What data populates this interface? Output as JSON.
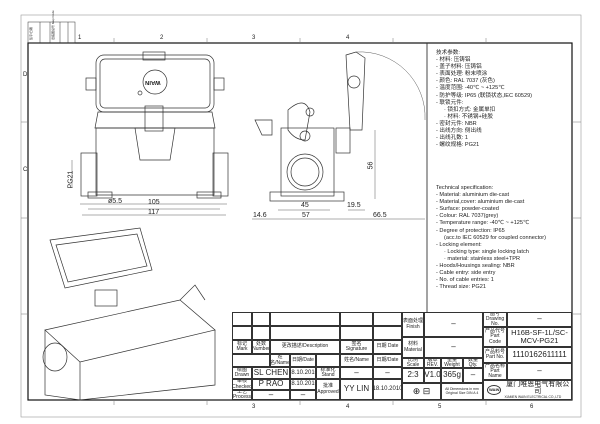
{
  "frame": {
    "columns": [
      "1",
      "2",
      "3",
      "4",
      "5",
      "6"
    ],
    "rows": [
      "D",
      "C"
    ],
    "corner_labels": [
      "签字/日期",
      "旧底图总号 Map Code"
    ]
  },
  "logo_text": "WAIN",
  "dimensions": {
    "pg": "PG21",
    "hole": "ø5.5",
    "w105": "105",
    "w117": "117",
    "d45": "45",
    "d19_5": "19.5",
    "d14_6": "14.6",
    "d57": "57",
    "d66_5": "66.5",
    "h56": "56"
  },
  "spec_cn": {
    "title": "技术参数:",
    "items": [
      "- 材料: 压铸铝",
      "- 盖子材料: 压铸铝",
      "- 表面处理: 粉末喷涂",
      "- 颜色: RAL 7037 (灰色)",
      "- 温度范围: -40℃ ~ +125℃",
      "- 防护等级: IP65 (联锁状态,IEC 60529)",
      "- 联锁元件:",
      "   · 锁扣方式: 金属单扣",
      "   · 材料: 不锈钢+硅胶",
      "- 密封元件: NBR",
      "- 出线方向: 侧出线",
      "- 出线孔数: 1",
      "- 螺纹规格: PG21"
    ]
  },
  "spec_en": {
    "title": "Technical specification:",
    "items": [
      "- Material: aluminium die-cast",
      "- Material,cover: aluminium die-cast",
      "- Surface: powder-coated",
      "- Colour: RAL 7037(grey)",
      "- Temperature range: -40℃ ~ +125℃",
      "- Degree of protection: IP65",
      "  (acc.to IEC 60529 for coupled connector)",
      "- Locking element:",
      "    · Locking type: single locking latch",
      "    · material: stainless steel+TPR",
      "- Hoods/Housings sealing: NBR",
      "- Cable entry: side entry",
      "- No. of cable entries: 1",
      "- Thread size: PG21"
    ]
  },
  "title_block": {
    "mark": "标记 Mark",
    "number": "处数 Number",
    "description": "更改描述/Description",
    "signature": "签名 Signature",
    "date": "日期 Date",
    "name_h": "姓名/Name",
    "date_h": "日期/Date",
    "drawn": "绘图 Drawn",
    "checked": "审核 Checked",
    "process": "工艺 Process",
    "stand": "标准化 Stand",
    "approved": "批准 Approved",
    "drawn_name": "SL CHEN",
    "drawn_date": "18.10.2010",
    "checked_name": "P RAO",
    "checked_date": "18.10.2010",
    "process_name": "–",
    "process_date": "–",
    "stand_name": "–",
    "stand_date": "–",
    "approved_name": "YY LIN",
    "approved_date": "18.10.2010",
    "finish": "表面处理 Finish",
    "finish_val": "–",
    "material": "材料 Material",
    "material_val": "–",
    "scale": "比例 Scale",
    "scale_val": "2:3",
    "rev": "版本 REV.",
    "rev_val": "V1.0",
    "weight": "重量 Weight",
    "weight_val": "365g",
    "qty": "数量 Qty.",
    "qty_val": "–",
    "drawing_no": "图号 Drawing No.",
    "drawing_no_val": "–",
    "part_code": "产品代号 Part Code",
    "part_code_val": "H16B-SF-1L/SC-MCV-PG21",
    "part_no": "产品料号 Part No.",
    "part_no_val": "1110162611111",
    "part_name": "产品名称 Part Name",
    "part_name_val": "–",
    "dims_note": "All Dimensions in mm Original Size DIN A 4",
    "company_cn": "厦门唯恩电气有限公司",
    "company_en": "XIAMEN WAIN ELECTRICAL CO.,LTD"
  }
}
